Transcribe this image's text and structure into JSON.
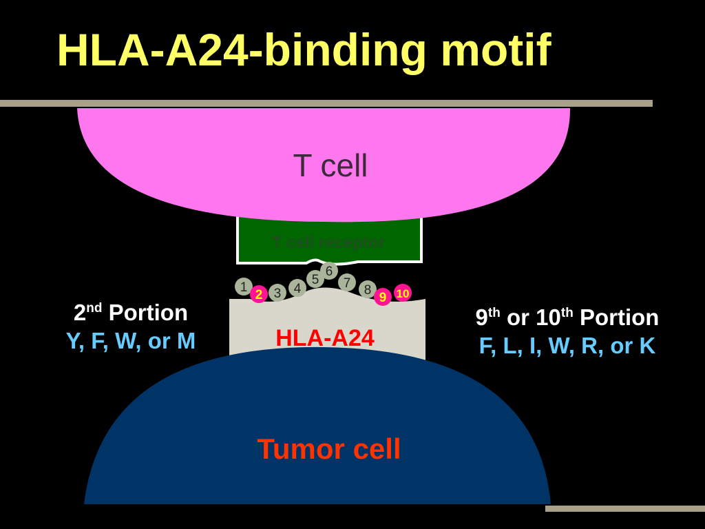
{
  "slide": {
    "title": "HLA-A24-binding motif",
    "t_cell_label": "T cell",
    "tcr_label": "T cell receptor",
    "hla_label": "HLA-A24",
    "tumor_label": "Tumor cell",
    "left_portion": {
      "ord": "2",
      "sup": "nd",
      "word": "Portion",
      "residues": "Y, F, W, or M"
    },
    "right_portion": {
      "ord1": "9",
      "sup1": "th",
      "mid": "or 10",
      "sup2": "th",
      "word": "Portion",
      "residues": "F, L, I, W, R, or K"
    },
    "peptide": [
      {
        "label": "1",
        "anchor": false
      },
      {
        "label": "2",
        "anchor": true
      },
      {
        "label": "3",
        "anchor": false
      },
      {
        "label": "4",
        "anchor": false
      },
      {
        "label": "5",
        "anchor": false
      },
      {
        "label": "6",
        "anchor": false
      },
      {
        "label": "7",
        "anchor": false
      },
      {
        "label": "8",
        "anchor": false
      },
      {
        "label": "9",
        "anchor": true
      },
      {
        "label": "10",
        "anchor": true
      }
    ],
    "colors": {
      "title": "#ffff66",
      "t_cell": "#ff77ee",
      "tcr": "#006600",
      "hla": "#d9d6cc",
      "tumor": "#003366",
      "anchor": "#ff1493",
      "residue": "#aab49a",
      "rule": "#a8a088",
      "accent_text": "#66ccff",
      "hla_text": "#ff0000",
      "tumor_text": "#ff3300"
    }
  }
}
